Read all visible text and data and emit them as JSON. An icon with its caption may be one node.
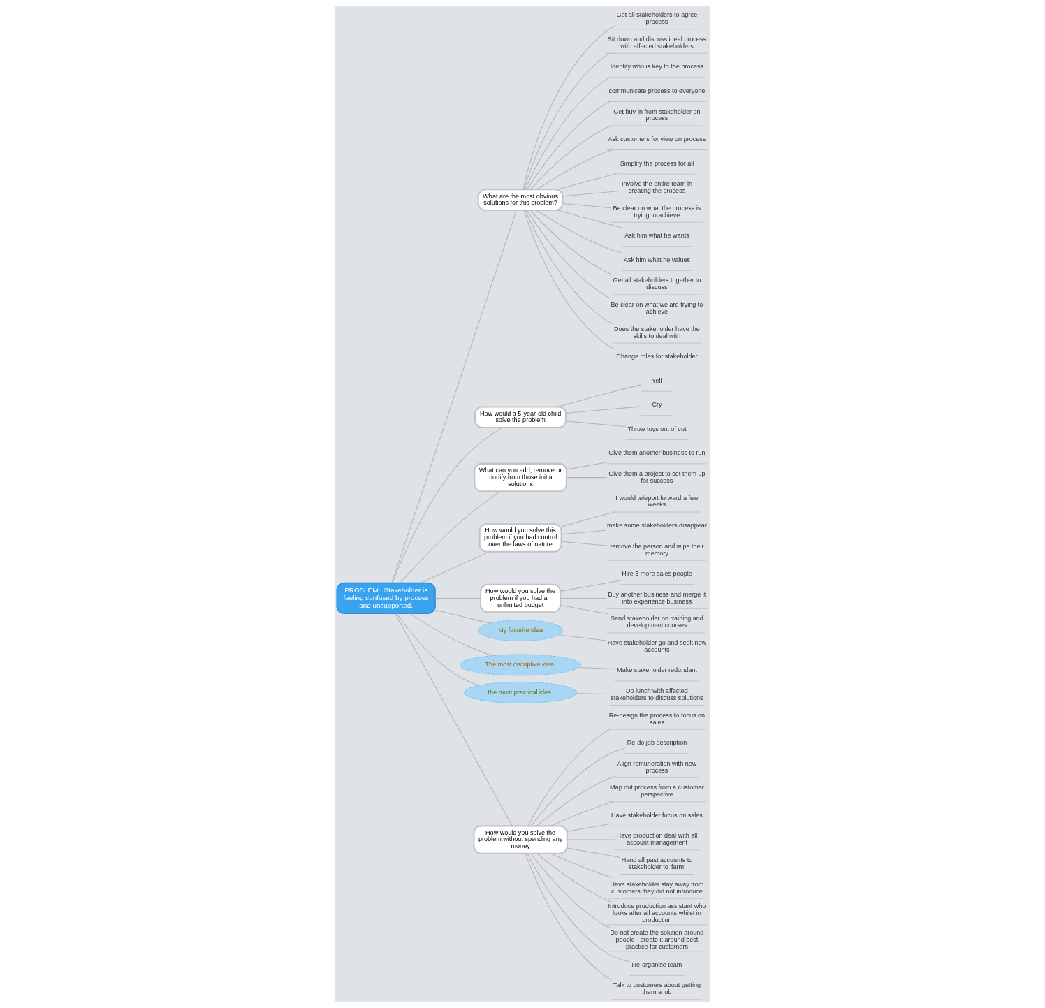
{
  "diagram": {
    "nodes": [
      {
        "text": [
          "PROBLEM:  Stakeholder is feeling confused by process and unsupported."
        ]
      },
      {
        "text": [
          "What are the most obvious solutions for this problem?"
        ]
      },
      {
        "text": [
          "Get all stakeholders to agree process"
        ]
      },
      {
        "text": [
          "Sit down and discuss ideal process with affected stakeholders"
        ]
      },
      {
        "text": [
          "Identify who is key to the process"
        ]
      },
      {
        "text": [
          "communicate process to everyone"
        ]
      },
      {
        "text": [
          "Get buy-in from stakeholder on process"
        ]
      },
      {
        "text": [
          "Ask customers for view on process"
        ]
      },
      {
        "text": [
          "Simplify the process for all"
        ]
      },
      {
        "text": [
          "Involve the entire team in creating the process"
        ]
      },
      {
        "text": [
          "Be clear on what the process is trying to achieve"
        ]
      },
      {
        "text": [
          "Ask him what he wants"
        ]
      },
      {
        "text": [
          "Ask him what he values"
        ]
      },
      {
        "text": [
          "Get all stakeholders together to discuss"
        ]
      },
      {
        "text": [
          "Be clear on what we are trying to achieve"
        ]
      },
      {
        "text": [
          "Does the stakeholder have the skills to deal with"
        ]
      },
      {
        "text": [
          "Change roles for stakeholder"
        ]
      },
      {
        "text": [
          "How would a 5-year-old child solve the problem"
        ]
      },
      {
        "text": [
          "Yell"
        ]
      },
      {
        "text": [
          "Cry"
        ]
      },
      {
        "text": [
          "Throw toys out of cot"
        ]
      },
      {
        "text": [
          "What can you add, remove or modify from those initial solutions"
        ]
      },
      {
        "text": [
          "Give them another business to run"
        ]
      },
      {
        "text": [
          "Give them a project to set them up for success"
        ]
      },
      {
        "text": [
          "How would you solve this problem if you had control over the laws of nature"
        ]
      },
      {
        "text": [
          "I would teleport forward a few weeks"
        ]
      },
      {
        "text": [
          "make some stakeholders disappear"
        ]
      },
      {
        "text": [
          "remove the person and wipe their memory"
        ]
      },
      {
        "text": [
          "How would you solve the problem if you had an unlimited budget"
        ]
      },
      {
        "text": [
          "Hire 3 more sales people"
        ]
      },
      {
        "text": [
          "Buy another business and merge it into experience business"
        ]
      },
      {
        "text": [
          "Send stakeholder on training and development courses"
        ]
      },
      {
        "text": [
          "My favorite idea"
        ]
      },
      {
        "text": [
          "Have stakeholder go and seek new accounts"
        ]
      },
      {
        "text": [
          "The most disruptive idea."
        ]
      },
      {
        "text": [
          "Make stakeholder redundant"
        ]
      },
      {
        "text": [
          "the most practical idea."
        ]
      },
      {
        "text": [
          "Do lunch with affected stakeholders to discuss solutions"
        ]
      },
      {
        "text": [
          "How would you solve the problem without spending any money"
        ]
      },
      {
        "text": [
          "Re-design the process to focus on sales"
        ]
      },
      {
        "text": [
          "Re-do job description"
        ]
      },
      {
        "text": [
          "Align remuneration with new process"
        ]
      },
      {
        "text": [
          "Map out process from a customer perspective"
        ]
      },
      {
        "text": [
          "Have stakeholder focus on sales"
        ]
      },
      {
        "text": [
          "Have production deal with all account management"
        ]
      },
      {
        "text": [
          "Hand all past accounts to stakeholder to 'farm'"
        ]
      },
      {
        "text": [
          "Have stakeholder stay away from customers they did not introduce"
        ]
      },
      {
        "text": [
          "Introduce production assistant who looks after all accounts whilst in production"
        ]
      },
      {
        "text": [
          "Do not create the solution around people - create it around best practice for customers"
        ]
      },
      {
        "text": [
          "Re-organise team"
        ]
      },
      {
        "text": [
          "Talk to customers about getting them a job"
        ]
      }
    ],
    "edges": [
      {
        "from": 0,
        "to": 1,
        "arrow": "none"
      },
      {
        "from": 1,
        "to": 2,
        "arrow": "none"
      },
      {
        "from": 1,
        "to": 3,
        "arrow": "none"
      },
      {
        "from": 1,
        "to": 4,
        "arrow": "none"
      },
      {
        "from": 1,
        "to": 5,
        "arrow": "none"
      },
      {
        "from": 1,
        "to": 6,
        "arrow": "none"
      },
      {
        "from": 1,
        "to": 7,
        "arrow": "none"
      },
      {
        "from": 1,
        "to": 8,
        "arrow": "none"
      },
      {
        "from": 1,
        "to": 9,
        "arrow": "none"
      },
      {
        "from": 1,
        "to": 10,
        "arrow": "none"
      },
      {
        "from": 1,
        "to": 11,
        "arrow": "none"
      },
      {
        "from": 1,
        "to": 12,
        "arrow": "none"
      },
      {
        "from": 1,
        "to": 13,
        "arrow": "none"
      },
      {
        "from": 1,
        "to": 14,
        "arrow": "none"
      },
      {
        "from": 1,
        "to": 15,
        "arrow": "none"
      },
      {
        "from": 1,
        "to": 16,
        "arrow": "none"
      },
      {
        "from": 0,
        "to": 17,
        "arrow": "none"
      },
      {
        "from": 17,
        "to": 18,
        "arrow": "none"
      },
      {
        "from": 17,
        "to": 19,
        "arrow": "none"
      },
      {
        "from": 17,
        "to": 20,
        "arrow": "none"
      },
      {
        "from": 0,
        "to": 21,
        "arrow": "none"
      },
      {
        "from": 21,
        "to": 22,
        "arrow": "none"
      },
      {
        "from": 21,
        "to": 23,
        "arrow": "none"
      },
      {
        "from": 0,
        "to": 24,
        "arrow": "none"
      },
      {
        "from": 24,
        "to": 25,
        "arrow": "none"
      },
      {
        "from": 24,
        "to": 26,
        "arrow": "none"
      },
      {
        "from": 24,
        "to": 27,
        "arrow": "none"
      },
      {
        "from": 0,
        "to": 28,
        "arrow": "none"
      },
      {
        "from": 28,
        "to": 29,
        "arrow": "none"
      },
      {
        "from": 28,
        "to": 30,
        "arrow": "none"
      },
      {
        "from": 28,
        "to": 31,
        "arrow": "none"
      },
      {
        "from": 0,
        "to": 32,
        "arrow": "none"
      },
      {
        "from": 32,
        "to": 33,
        "arrow": "none"
      },
      {
        "from": 0,
        "to": 34,
        "arrow": "none"
      },
      {
        "from": 34,
        "to": 35,
        "arrow": "none"
      },
      {
        "from": 0,
        "to": 36,
        "arrow": "none"
      },
      {
        "from": 36,
        "to": 37,
        "arrow": "none"
      },
      {
        "from": 0,
        "to": 38,
        "arrow": "none"
      },
      {
        "from": 38,
        "to": 39,
        "arrow": "none"
      },
      {
        "from": 38,
        "to": 40,
        "arrow": "none"
      },
      {
        "from": 38,
        "to": 41,
        "arrow": "none"
      },
      {
        "from": 38,
        "to": 42,
        "arrow": "none"
      },
      {
        "from": 38,
        "to": 43,
        "arrow": "none"
      },
      {
        "from": 38,
        "to": 44,
        "arrow": "none"
      },
      {
        "from": 38,
        "to": 45,
        "arrow": "none"
      },
      {
        "from": 38,
        "to": 46,
        "arrow": "none"
      },
      {
        "from": 38,
        "to": 47,
        "arrow": "none"
      },
      {
        "from": 38,
        "to": 48,
        "arrow": "none"
      },
      {
        "from": 38,
        "to": 49,
        "arrow": "none"
      },
      {
        "from": 38,
        "to": 50,
        "arrow": "none"
      }
    ]
  }
}
